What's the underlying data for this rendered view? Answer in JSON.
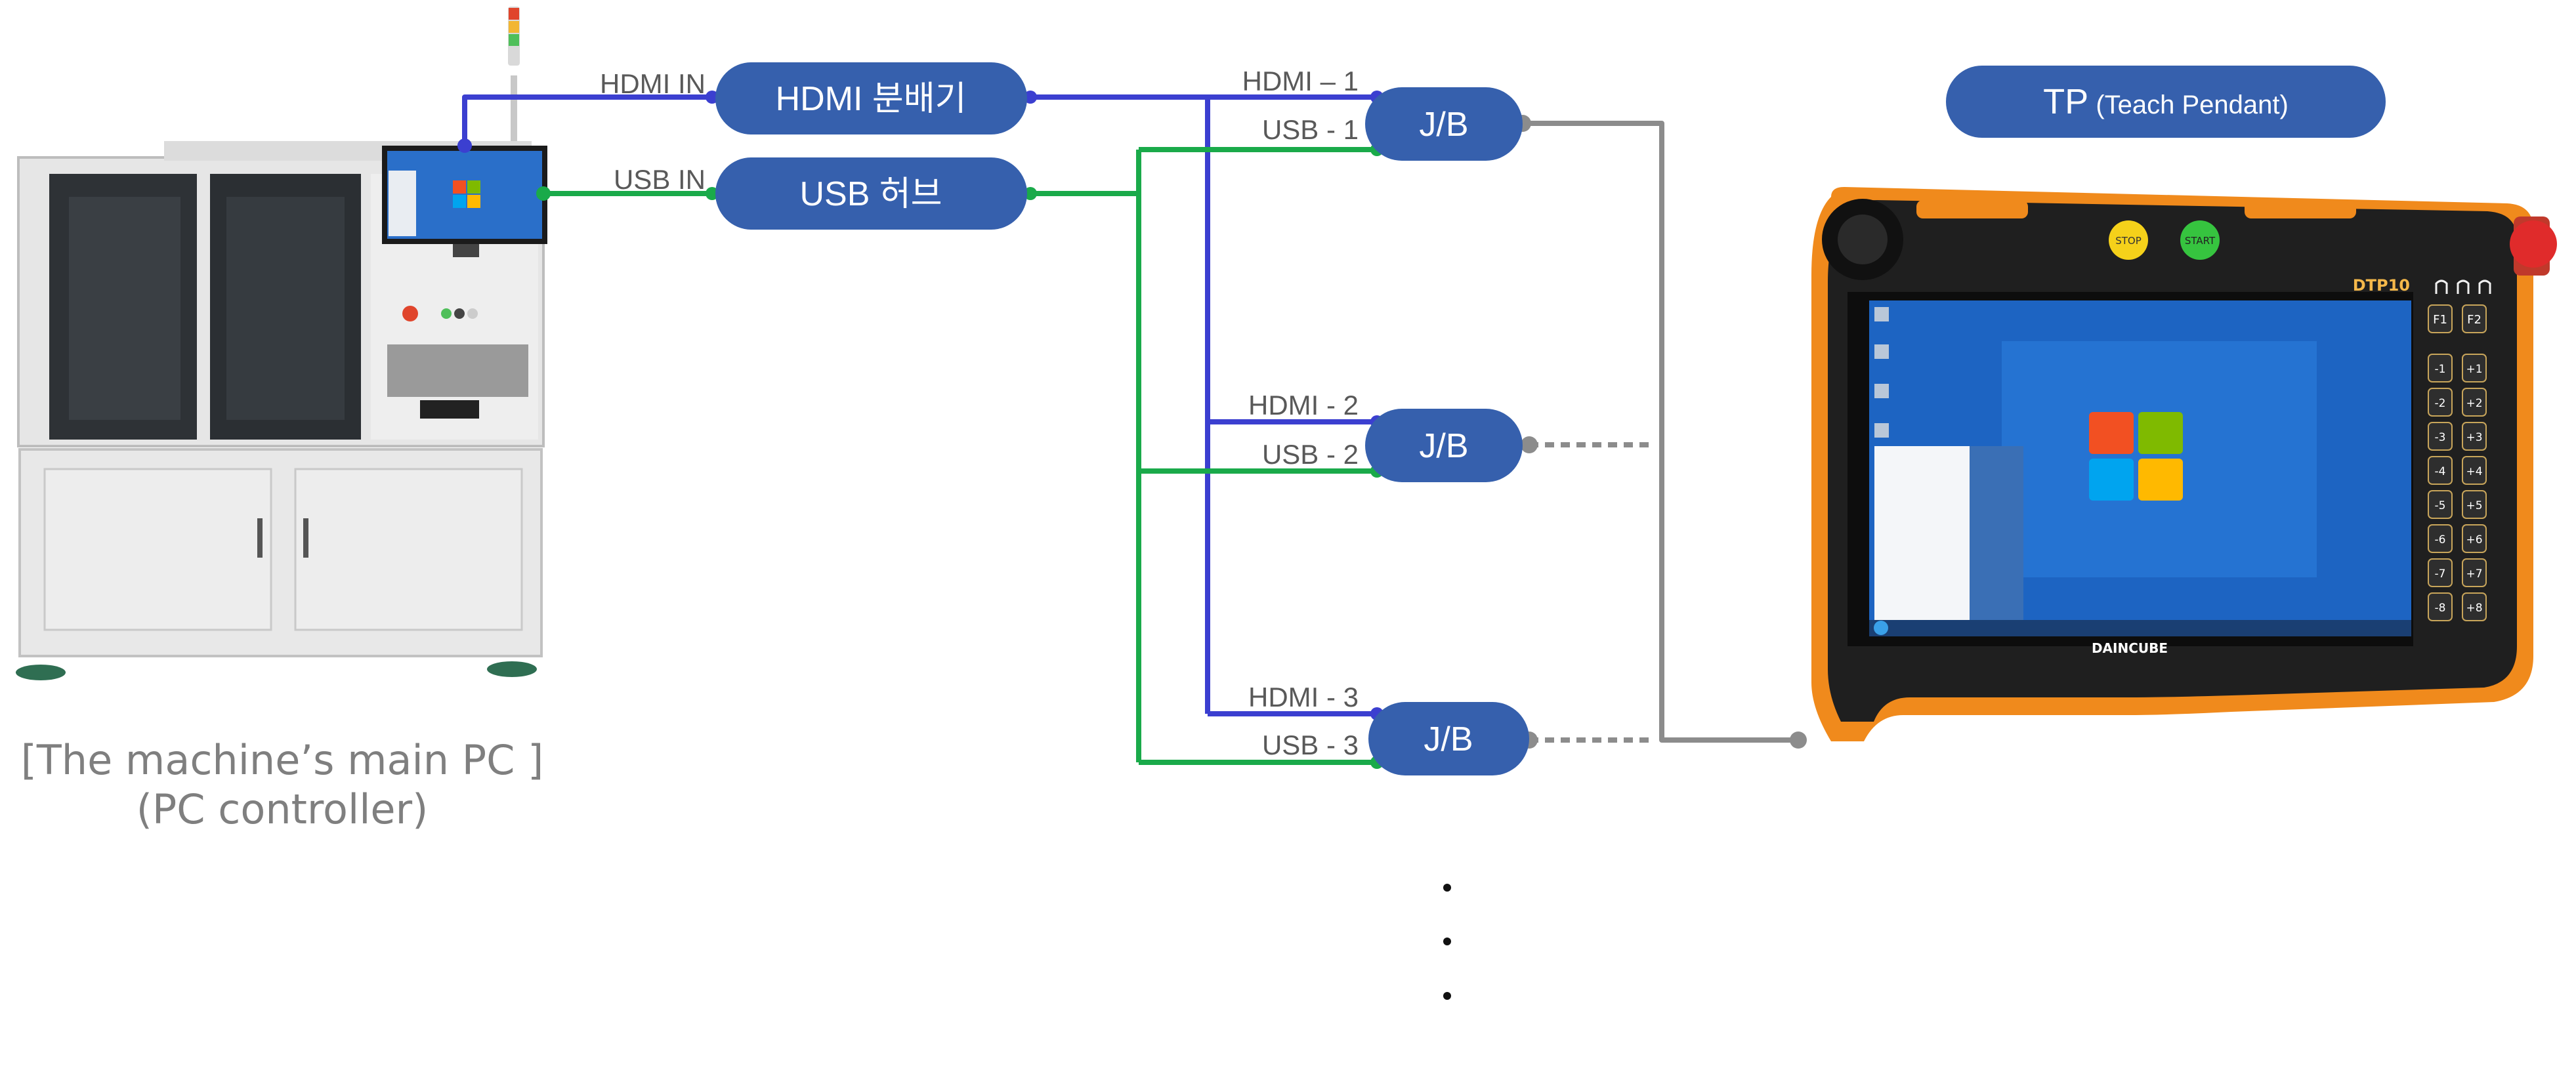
{
  "colors": {
    "hdmi_line": "#3b3fd0",
    "usb_line": "#1aaa4a",
    "tp_line": "#8c8c8c",
    "pill_fill": "#3660ad",
    "label_text": "#595959",
    "caption_text": "#7f7f7f",
    "pendant_body": "#1f1f1f",
    "pendant_accent": "#f08a1c"
  },
  "nodes": {
    "hdmi_splitter": "HDMI 분배기",
    "usb_hub": "USB 허브",
    "jb1": "J/B",
    "jb2": "J/B",
    "jb3": "J/B",
    "tp_title": "TP",
    "tp_subtitle": "(Teach Pendant)"
  },
  "connectors": {
    "hdmi_in": "HDMI IN",
    "usb_in": "USB IN",
    "hdmi_1": "HDMI – 1",
    "usb_1": "USB - 1",
    "hdmi_2": "HDMI - 2",
    "usb_2": "USB - 2",
    "hdmi_3": "HDMI - 3",
    "usb_3": "USB - 3"
  },
  "machine": {
    "caption_line1": "[The machine’s main PC ]",
    "caption_line2": "(PC controller)"
  },
  "pendant": {
    "brand": "DAINCUBE",
    "model": "DTP10",
    "stop_label": "STOP",
    "start_label": "START",
    "f1": "F1",
    "f2": "F2",
    "minus_keys": [
      "-1",
      "-2",
      "-3",
      "-4",
      "-5",
      "-6",
      "-7",
      "-8"
    ],
    "plus_keys": [
      "+1",
      "+2",
      "+3",
      "+4",
      "+5",
      "+6",
      "+7",
      "+8"
    ]
  },
  "continuation": "⋮"
}
